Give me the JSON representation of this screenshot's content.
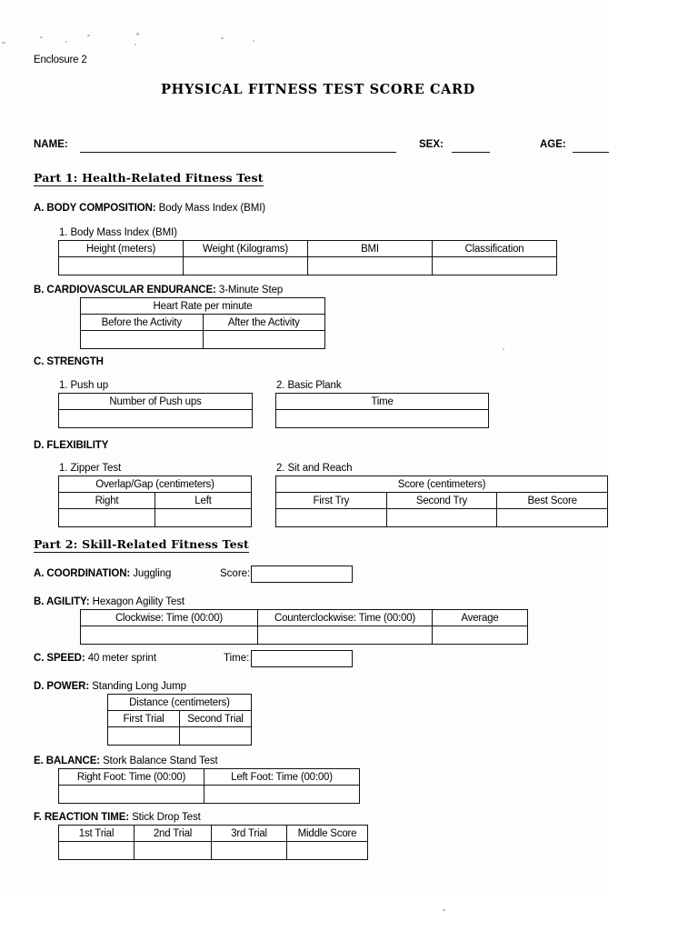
{
  "document": {
    "enclosure": "Enclosure 2",
    "title": "PHYSICAL FITNESS TEST SCORE CARD"
  },
  "identity": {
    "name_label": "NAME:",
    "name_value": "",
    "sex_label": "SEX:",
    "sex_value": "",
    "age_label": "AGE:",
    "age_value": ""
  },
  "part1": {
    "heading": "Part 1: Health-Related Fitness Test",
    "sections": {
      "body_composition": {
        "heading_bold": "A. BODY COMPOSITION:",
        "heading_rest": " Body Mass Index (BMI)",
        "subheading": "1. Body Mass Index (BMI)",
        "columns": [
          "Height (meters)",
          "Weight (Kilograms)",
          "BMI",
          "Classification"
        ],
        "values": [
          "",
          "",
          "",
          ""
        ]
      },
      "cardiovascular": {
        "heading_bold": "B. CARDIOVASCULAR ENDURANCE:",
        "heading_rest": " 3-Minute Step",
        "span_header": "Heart Rate per minute",
        "columns": [
          "Before the Activity",
          "After the Activity"
        ],
        "values": [
          "",
          ""
        ]
      },
      "strength": {
        "heading_bold": "C. STRENGTH",
        "heading_rest": "",
        "push_up": {
          "subheading": "1. Push up",
          "columns": [
            "Number of Push ups"
          ],
          "values": [
            ""
          ]
        },
        "basic_plank": {
          "subheading": "2. Basic Plank",
          "columns": [
            "Time"
          ],
          "values": [
            ""
          ]
        }
      },
      "flexibility": {
        "heading_bold": "D. FLEXIBILITY",
        "heading_rest": "",
        "zipper_test": {
          "subheading": "1. Zipper Test",
          "span_header": "Overlap/Gap (centimeters)",
          "columns": [
            "Right",
            "Left"
          ],
          "values": [
            "",
            ""
          ]
        },
        "sit_and_reach": {
          "subheading": "2. Sit and Reach",
          "span_header": "Score (centimeters)",
          "columns": [
            "First Try",
            "Second Try",
            "Best Score"
          ],
          "values": [
            "",
            "",
            ""
          ]
        }
      }
    }
  },
  "part2": {
    "heading": "Part 2: Skill-Related Fitness Test",
    "sections": {
      "coordination": {
        "heading_bold": "A. COORDINATION:",
        "heading_rest": " Juggling",
        "field_label": "Score:",
        "field_value": ""
      },
      "agility": {
        "heading_bold": "B. AGILITY:",
        "heading_rest": " Hexagon Agility Test",
        "columns": [
          "Clockwise: Time (00:00)",
          "Counterclockwise: Time (00:00)",
          "Average"
        ],
        "values": [
          "",
          "",
          ""
        ]
      },
      "speed": {
        "heading_bold": "C. SPEED:",
        "heading_rest": " 40 meter sprint",
        "field_label": "Time:",
        "field_value": ""
      },
      "power": {
        "heading_bold": "D. POWER:",
        "heading_rest": " Standing Long Jump",
        "span_header": "Distance (centimeters)",
        "columns": [
          "First Trial",
          "Second Trial"
        ],
        "values": [
          "",
          ""
        ]
      },
      "balance": {
        "heading_bold": "E. BALANCE:",
        "heading_rest": " Stork Balance Stand Test",
        "columns": [
          "Right Foot: Time (00:00)",
          "Left Foot: Time (00:00)"
        ],
        "values": [
          "",
          ""
        ]
      },
      "reaction_time": {
        "heading_bold": "F. REACTION TIME:",
        "heading_rest": " Stick Drop Test",
        "columns": [
          "1st Trial",
          "2nd Trial",
          "3rd Trial",
          "Middle Score"
        ],
        "values": [
          "",
          "",
          "",
          ""
        ]
      }
    }
  }
}
